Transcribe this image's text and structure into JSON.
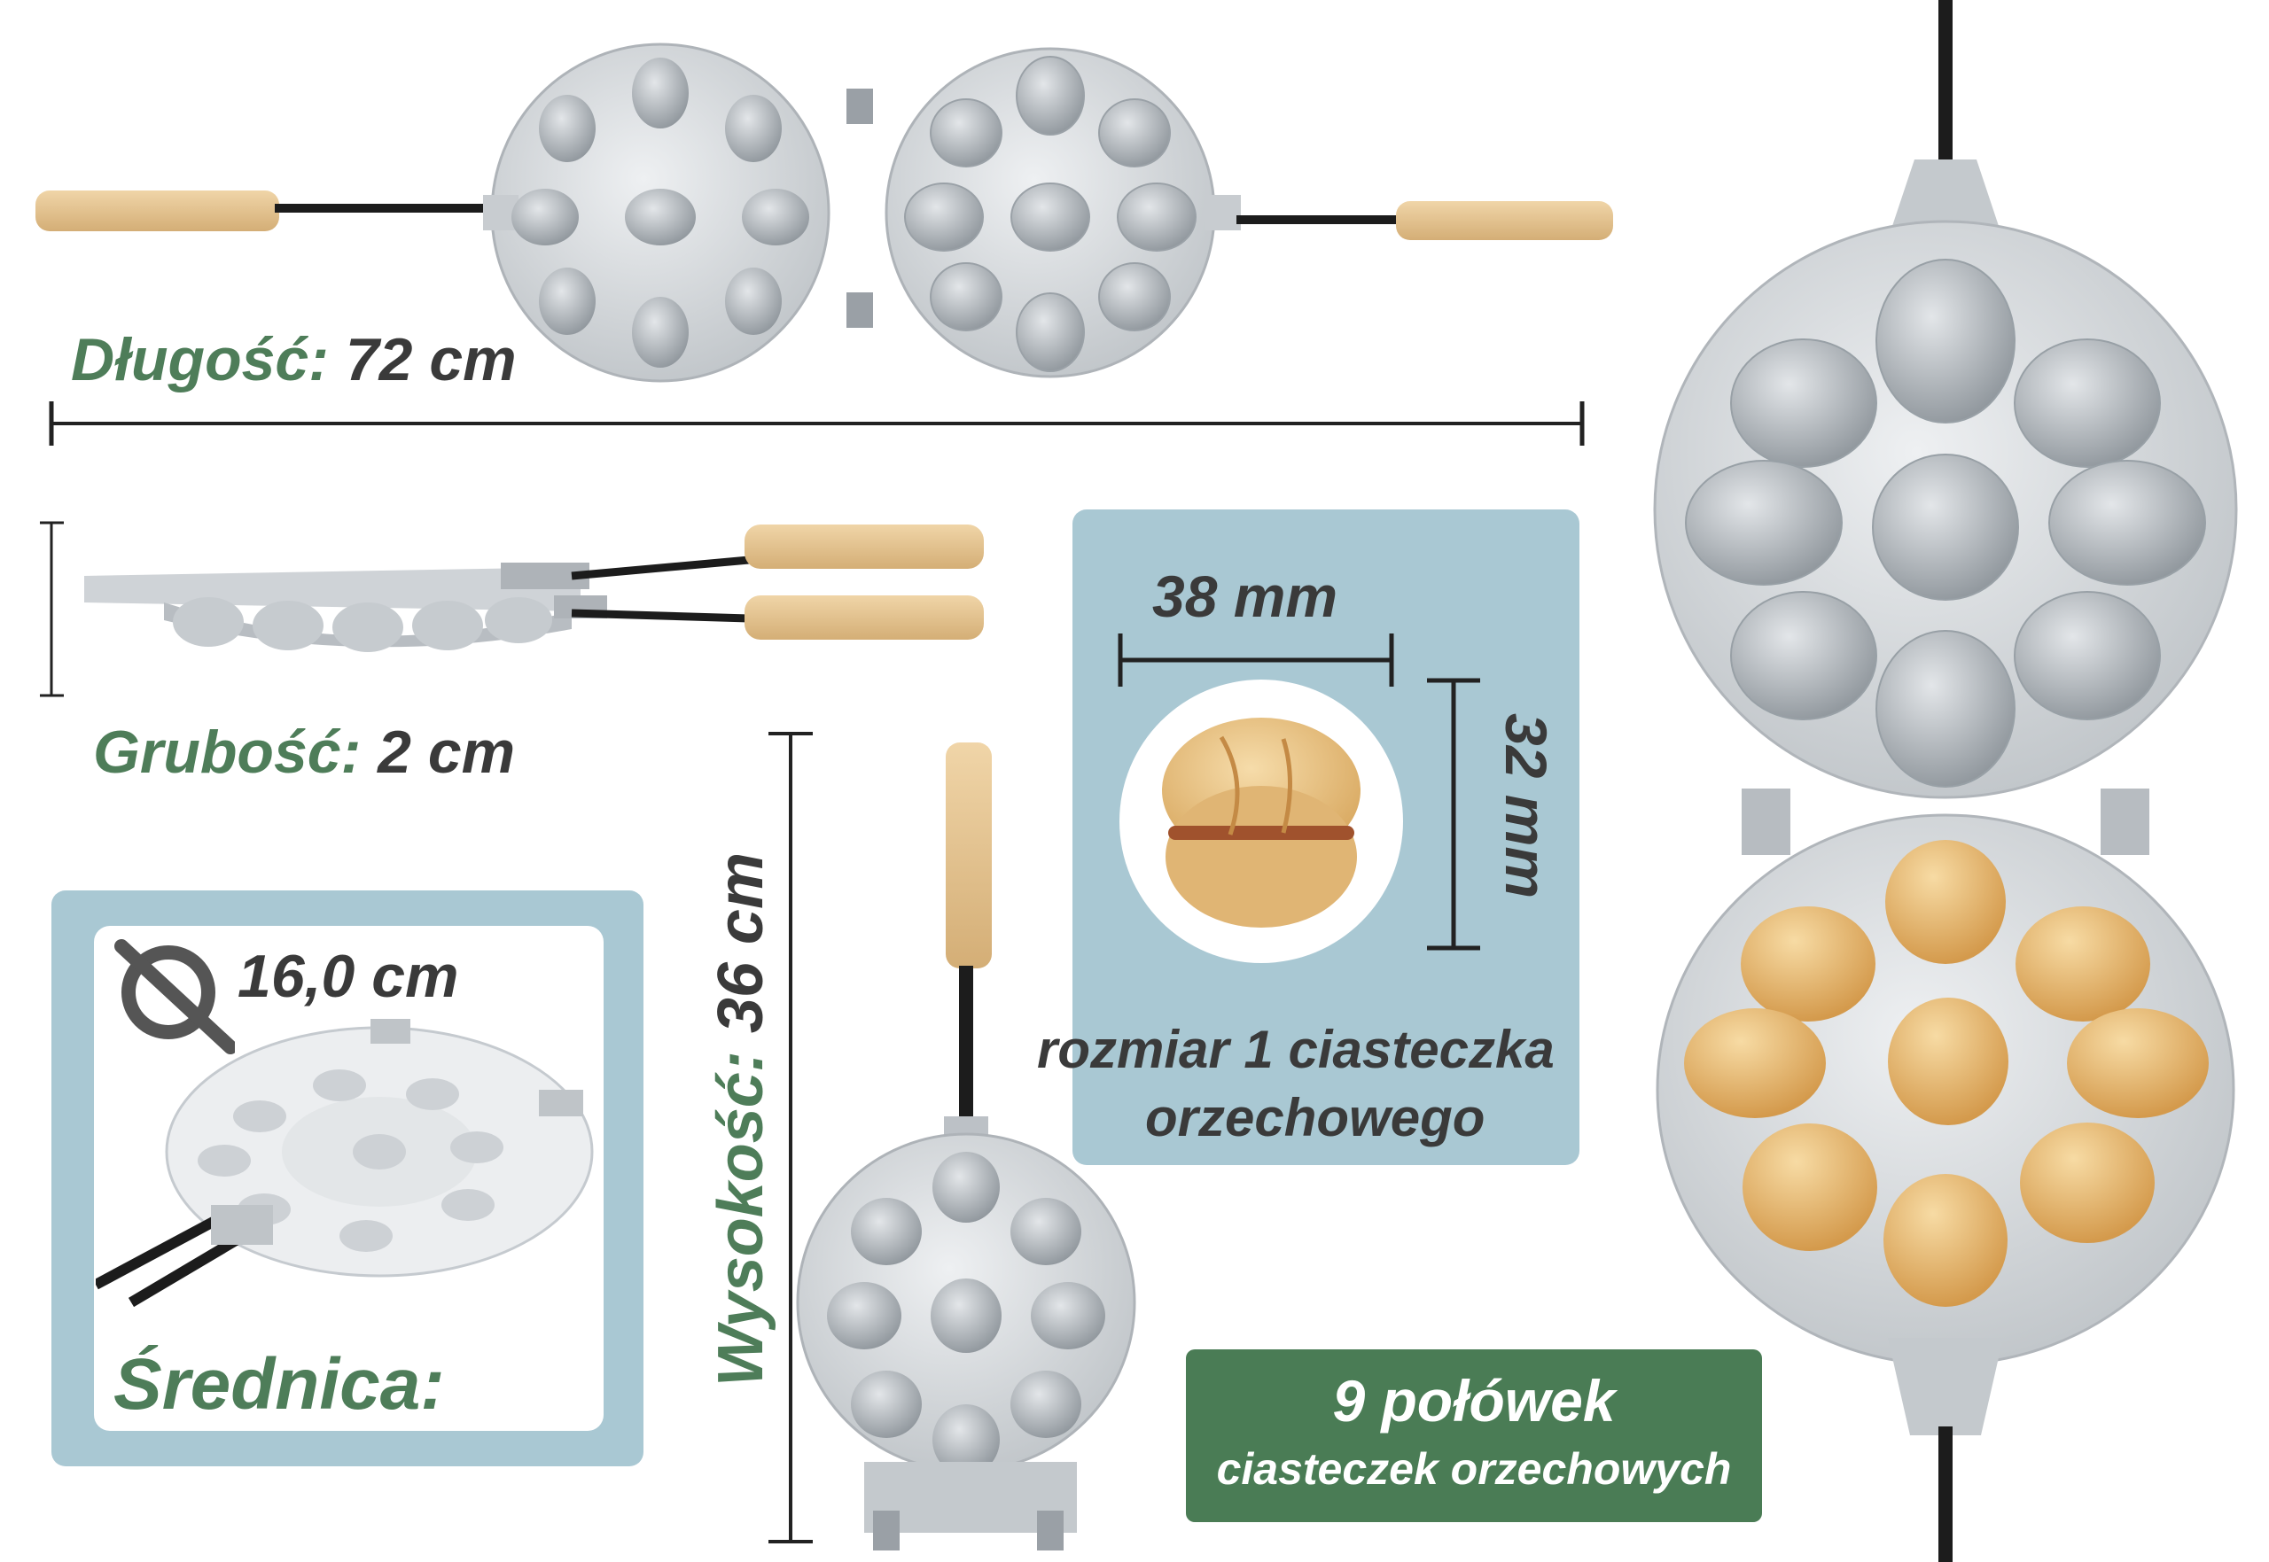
{
  "dimensions": {
    "length": {
      "label": "Długość:",
      "value": "72 cm"
    },
    "thickness": {
      "label": "Grubość:",
      "value": "2 cm"
    },
    "height": {
      "label": "Wysokość:",
      "value": "36 cm"
    },
    "diameter": {
      "label": "Średnica:",
      "value": "16,0 cm"
    }
  },
  "cookie": {
    "width": "38 mm",
    "height": "32 mm",
    "caption_line1": "rozmiar 1 ciasteczka",
    "caption_line2": "orzechowego"
  },
  "badge": {
    "line1": "9 połówek",
    "line2": "ciasteczek orzechowych"
  },
  "colors": {
    "label_green": "#4e7d59",
    "panel_blue": "#a9c8d3",
    "badge_green": "#4a7c55",
    "aluminium": "#c9cdd1",
    "wood": "#e2c08e"
  }
}
